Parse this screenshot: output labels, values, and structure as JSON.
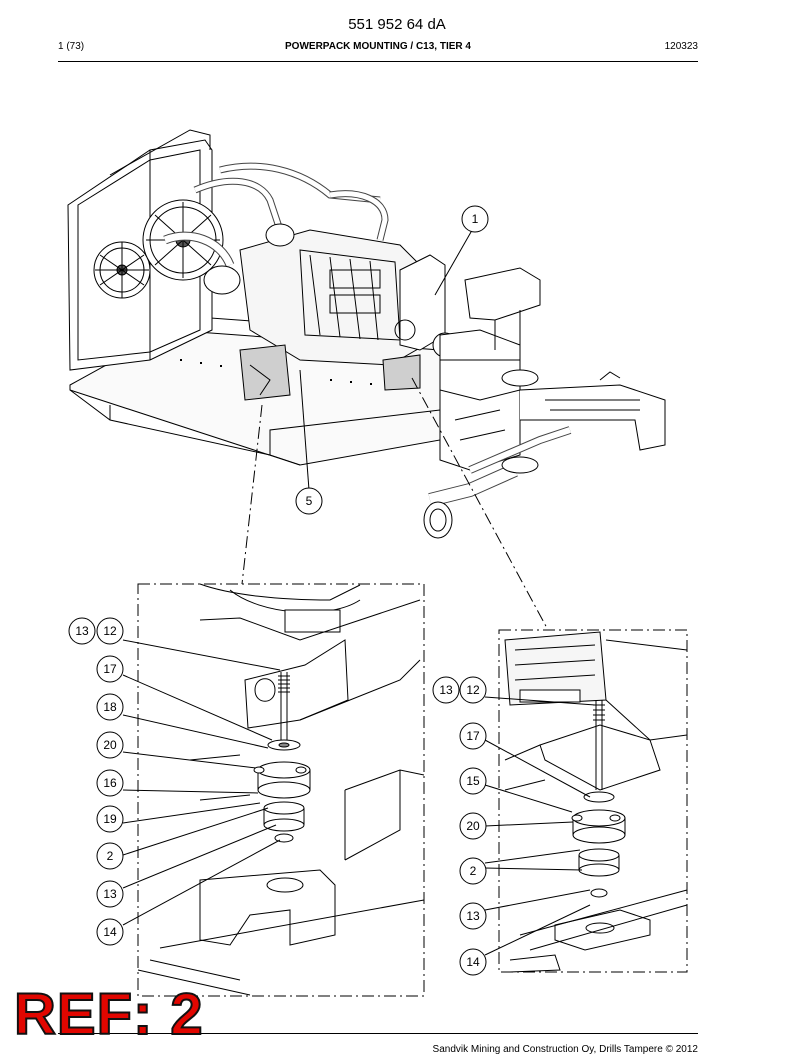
{
  "header": {
    "doc_number": "551 952 64 dA",
    "page": "1 (73)",
    "title": "POWERPACK MOUNTING / C13, TIER 4",
    "date": "120323"
  },
  "callouts": {
    "main": [
      "1",
      "5"
    ],
    "left_detail": [
      "13",
      "12",
      "17",
      "18",
      "20",
      "16",
      "19",
      "2",
      "13",
      "14"
    ],
    "right_detail": [
      "13",
      "12",
      "17",
      "15",
      "20",
      "2",
      "13",
      "14"
    ]
  },
  "stamp": "REF: 2",
  "footer": "Sandvik Mining and Construction Oy, Drills Tampere © 2012"
}
